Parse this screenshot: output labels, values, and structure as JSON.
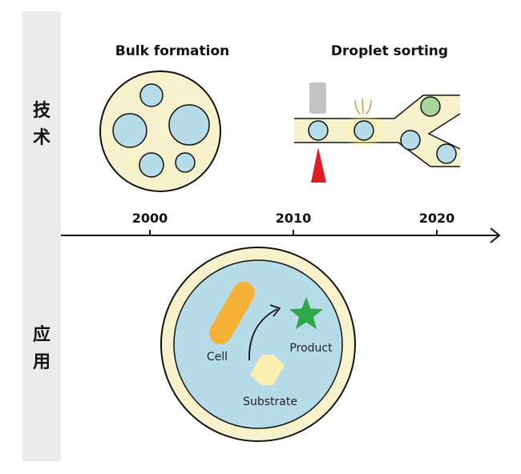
{
  "sidebar": {
    "top_label": [
      "技",
      "术"
    ],
    "bottom_label": [
      "应",
      "用"
    ]
  },
  "technologies": {
    "bulk_title": "Bulk formation",
    "droplet_title": "Droplet sorting"
  },
  "timeline": {
    "years": [
      "2000",
      "2010",
      "2020"
    ]
  },
  "application": {
    "cell_label": "Cell",
    "product_label": "Product",
    "substrate_label": "Substrate"
  },
  "colors": {
    "cream": "#f7f2cb",
    "droplet_blue": "#b6dcea",
    "cell_orange": "#f4b136",
    "product_green": "#2fa84a",
    "substrate_yellow": "#fbf0b0",
    "laser_red": "#e01c24",
    "sorted_green": "#a9d49a",
    "detector_gray": "#c2c2c2"
  }
}
